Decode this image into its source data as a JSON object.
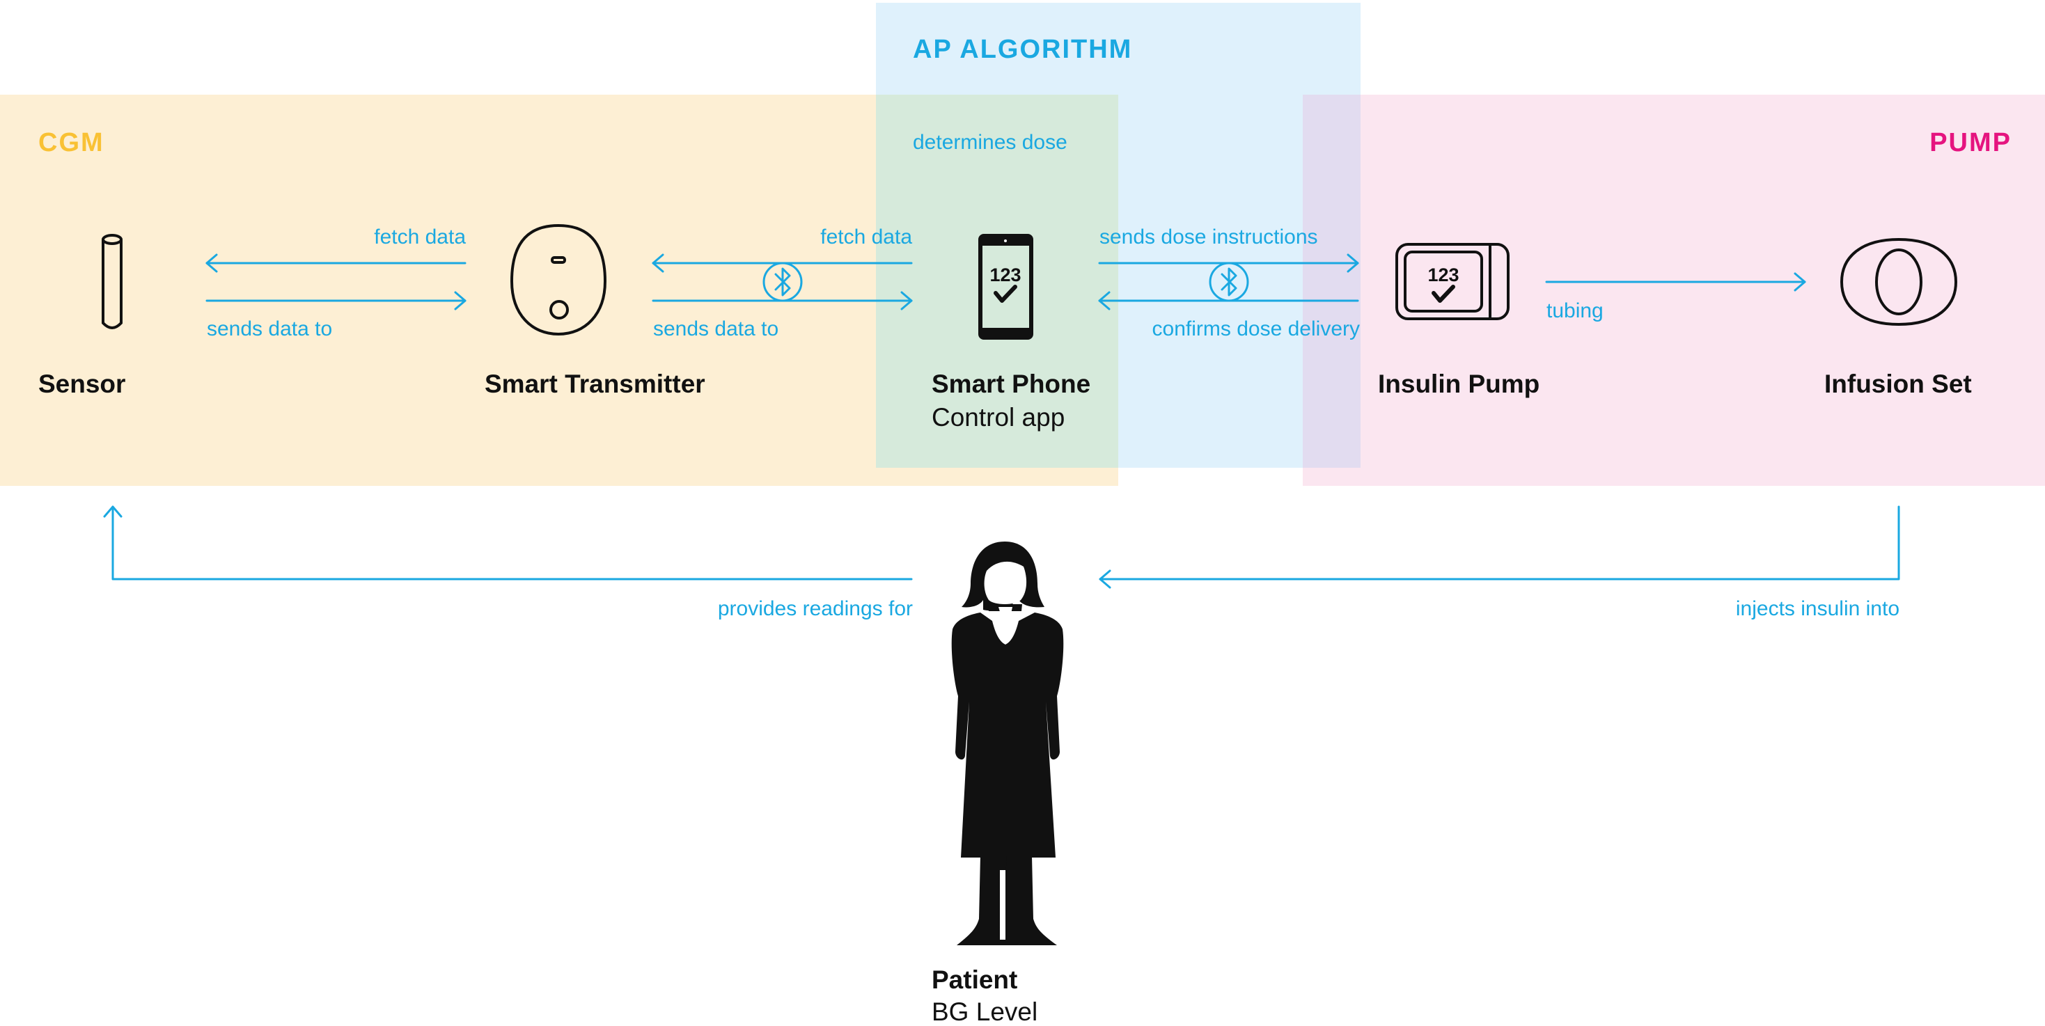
{
  "zones": {
    "cgm": {
      "title": "CGM",
      "color": "#f9c134"
    },
    "algorithm": {
      "title": "AP ALGORITHM",
      "subtitle": "determines dose",
      "color": "#1aa8e1"
    },
    "pump": {
      "title": "PUMP",
      "color": "#e5147f"
    }
  },
  "devices": {
    "sensor": {
      "name": "Sensor"
    },
    "transmitter": {
      "name": "Smart Transmitter"
    },
    "phone": {
      "name": "Smart Phone",
      "sub": "Control app",
      "screen_text": "123"
    },
    "pump": {
      "name": "Insulin Pump",
      "screen_text": "123"
    },
    "infusion": {
      "name": "Infusion Set"
    },
    "patient": {
      "name": "Patient",
      "sub": "BG Level"
    }
  },
  "links": {
    "sensor_transmitter_top": "fetch data",
    "sensor_transmitter_bottom": "sends data to",
    "transmitter_phone_top": "fetch data",
    "transmitter_phone_bottom": "sends data to",
    "phone_pump_top": "sends dose instructions",
    "phone_pump_bottom": "confirms dose delivery",
    "pump_infusion": "tubing",
    "patient_sensor": "provides readings for",
    "infusion_patient": "injects insulin into"
  },
  "colors": {
    "arrow": "#1aa8e1",
    "ink": "#111111",
    "cgm_bg": "#fdefd4",
    "alg_bg": "#dff1fc",
    "pump_bg": "#fbe6f0",
    "overlap_cgm_alg": "#d6eadb",
    "overlap_alg_pump": "#e2dcf0"
  }
}
